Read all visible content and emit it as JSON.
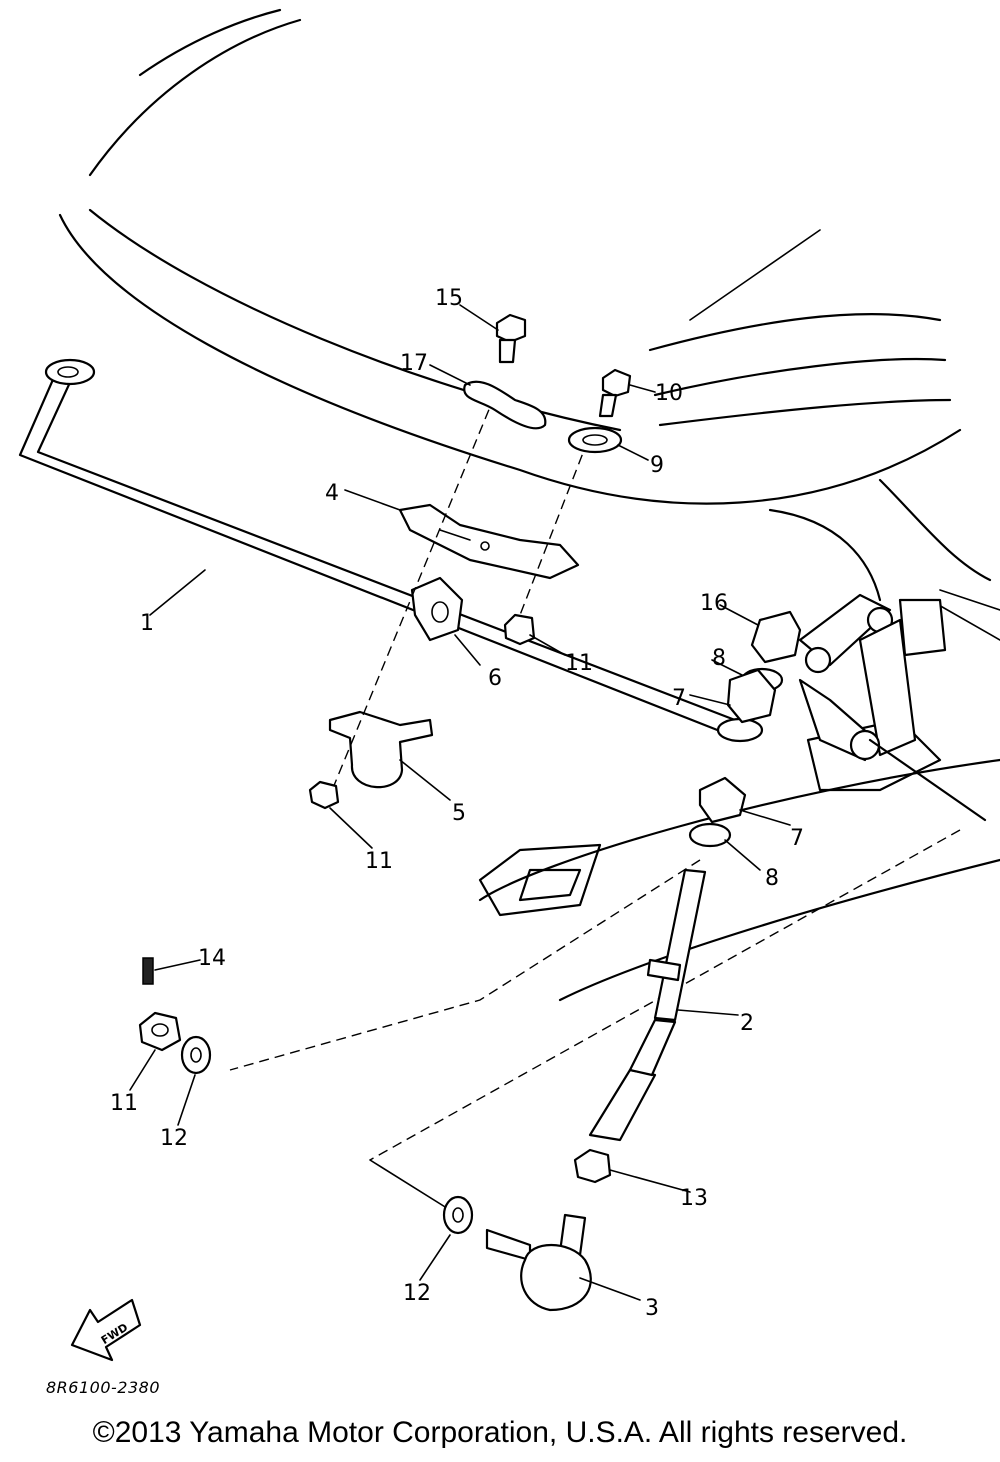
{
  "diagram": {
    "callouts": [
      "1",
      "2",
      "3",
      "4",
      "5",
      "6",
      "7",
      "7",
      "8",
      "8",
      "9",
      "10",
      "11",
      "11",
      "11",
      "12",
      "12",
      "13",
      "14",
      "15",
      "16",
      "17"
    ],
    "fwd_label": "FWD",
    "part_code": "8R6100-2380"
  },
  "copyright": "©2013 Yamaha Motor Corporation, U.S.A. All rights reserved."
}
